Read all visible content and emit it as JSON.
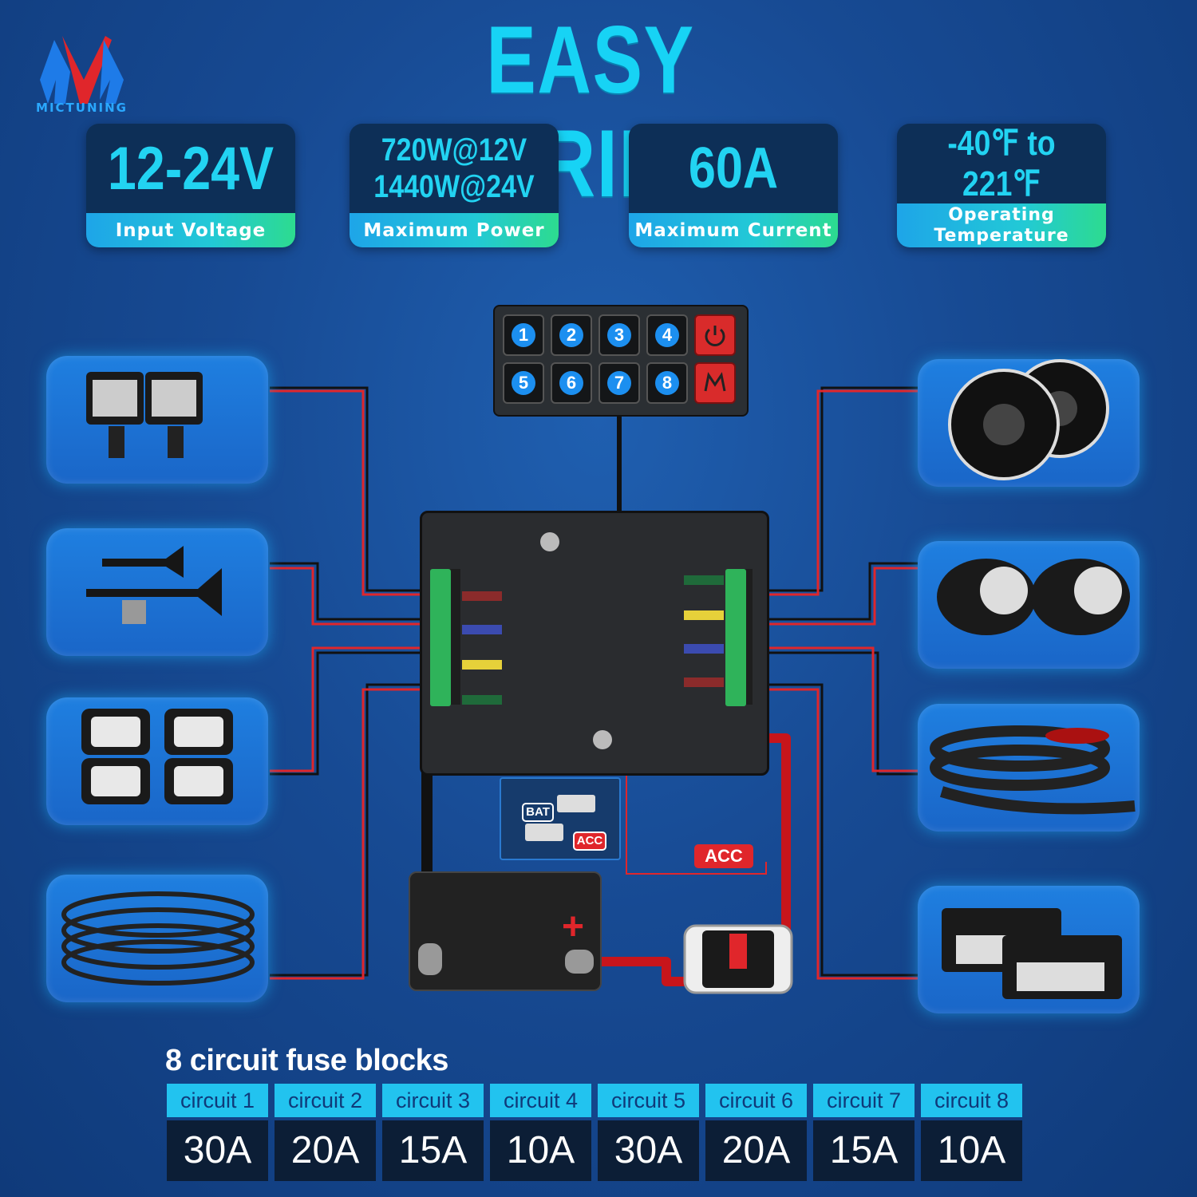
{
  "brand": {
    "name": "MICTUNING",
    "logo_icon": "mictuning-m-logo"
  },
  "title": "EASY WIRING",
  "specs": [
    {
      "value_lines": [
        "12-24V"
      ],
      "label": "Input Voltage"
    },
    {
      "value_lines": [
        "720W@12V",
        "1440W@24V"
      ],
      "label": "Maximum Power"
    },
    {
      "value_lines": [
        "60A"
      ],
      "label": "Maximum Current"
    },
    {
      "value_lines": [
        "-40℉ to 221℉"
      ],
      "label_lines": [
        "Operating",
        "Temperature"
      ]
    }
  ],
  "switch_panel": {
    "keys": [
      "1",
      "2",
      "3",
      "4",
      "5",
      "6",
      "7",
      "8"
    ],
    "power_icon": "power-icon",
    "brand_icon": "mictuning-m-icon"
  },
  "devices_left": [
    "led-pod-lights-icon",
    "air-horn-icon",
    "rock-lights-icon",
    "wheel-ring-lights-icon"
  ],
  "devices_right": [
    "round-headlights-icon",
    "fog-lights-icon",
    "led-light-strip-icon",
    "rectangular-lights-icon"
  ],
  "acc_switch": {
    "bat_label": "BAT",
    "acc_label": "ACC"
  },
  "acc_wire_label": "ACC",
  "battery_plus": "+",
  "fuse_table": {
    "heading": "8 circuit fuse blocks",
    "circuits": [
      {
        "name": "circuit 1",
        "amps": "30A"
      },
      {
        "name": "circuit 2",
        "amps": "20A"
      },
      {
        "name": "circuit 3",
        "amps": "15A"
      },
      {
        "name": "circuit 4",
        "amps": "10A"
      },
      {
        "name": "circuit 5",
        "amps": "30A"
      },
      {
        "name": "circuit 6",
        "amps": "20A"
      },
      {
        "name": "circuit 7",
        "amps": "15A"
      },
      {
        "name": "circuit 8",
        "amps": "10A"
      }
    ]
  },
  "colors": {
    "accent": "#17d3f5",
    "background": "#174a93",
    "wire_red": "#e0262b",
    "wire_black": "#111111"
  }
}
